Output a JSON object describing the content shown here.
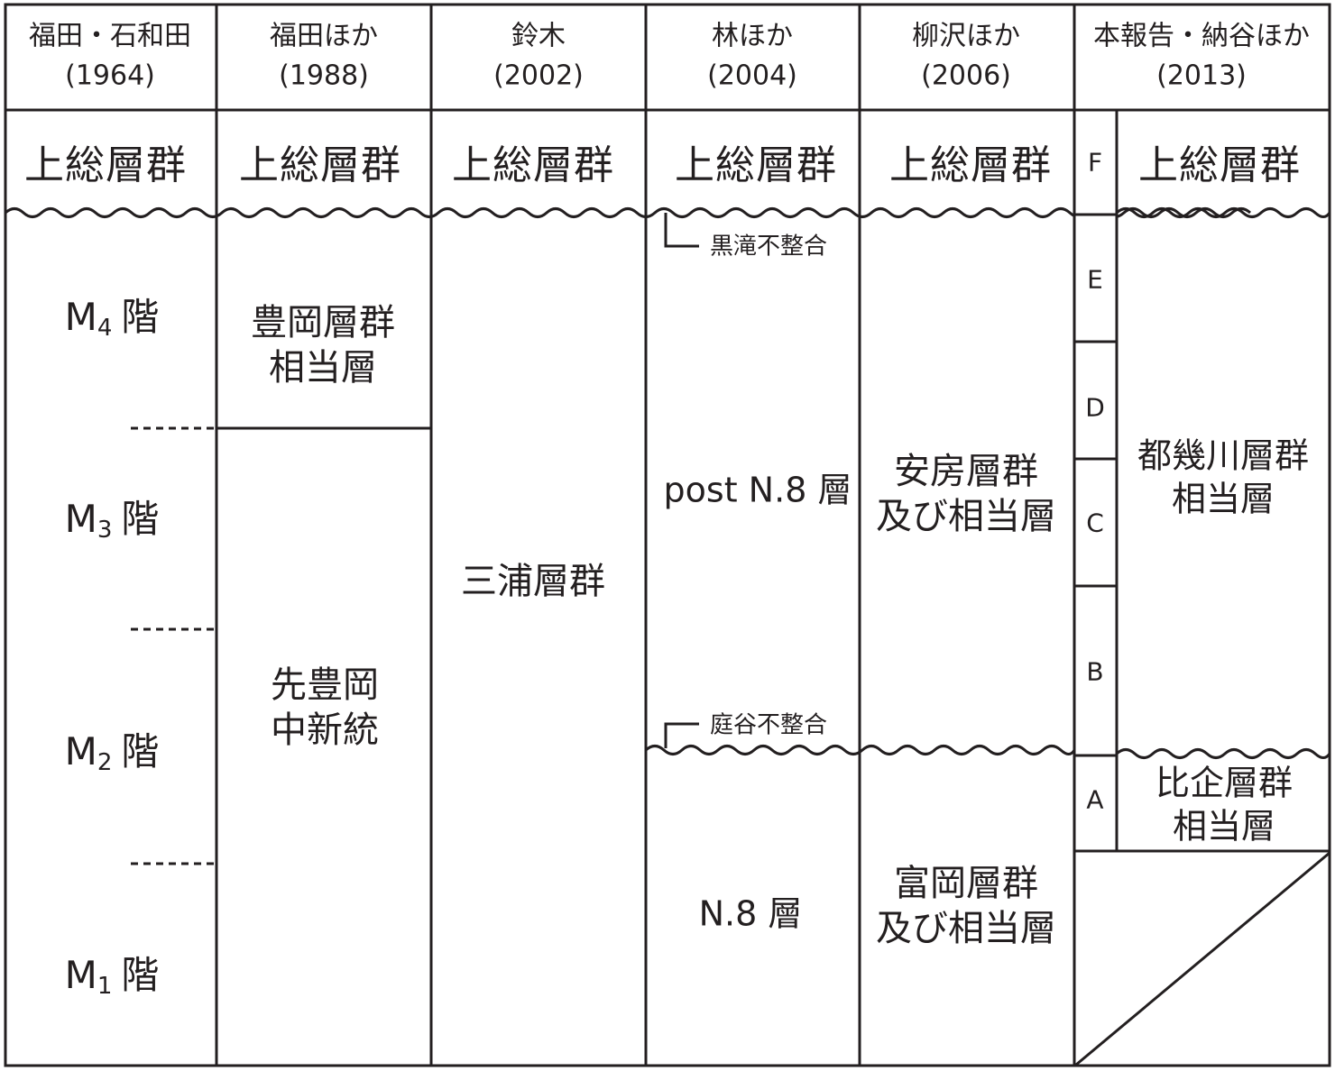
{
  "header": {
    "columns": [
      {
        "author": "福田・石和田",
        "year": "(1964)"
      },
      {
        "author": "福田ほか",
        "year": "(1988)"
      },
      {
        "author": "鈴木",
        "year": "(2002)"
      },
      {
        "author": "林ほか",
        "year": "(2004)"
      },
      {
        "author": "柳沢ほか",
        "year": "(2006)"
      },
      {
        "author": "本報告・納谷ほか",
        "year": "(2013)"
      }
    ]
  },
  "top_unit": {
    "label": "上総層群",
    "letter_F": "F"
  },
  "col1_fukuda_ishiwada_1964": {
    "stages": [
      {
        "prefix": "M",
        "sub": "4",
        "suffix": "階"
      },
      {
        "prefix": "M",
        "sub": "3",
        "suffix": "階"
      },
      {
        "prefix": "M",
        "sub": "2",
        "suffix": "階"
      },
      {
        "prefix": "M",
        "sub": "1",
        "suffix": "階"
      }
    ]
  },
  "col2_fukuda_1988": {
    "upper_line1": "豊岡層群",
    "upper_line2": "相当層",
    "lower_line1": "先豊岡",
    "lower_line2": "中新統"
  },
  "col3_suzuki_2002": {
    "unit": "三浦層群"
  },
  "col4_hayashi_2004": {
    "unconformity_upper": "黒滝不整合",
    "upper_unit": "post N.8 層",
    "unconformity_lower": "庭谷不整合",
    "lower_unit": "N.8 層"
  },
  "col5_yanagisawa_2006": {
    "upper_line1": "安房層群",
    "upper_line2": "及び相当層",
    "lower_line1": "富岡層群",
    "lower_line2": "及び相当層"
  },
  "col6_this_report_2013": {
    "letters": [
      "E",
      "D",
      "C",
      "B",
      "A"
    ],
    "upper_line1": "都幾川層群",
    "upper_line2": "相当層",
    "lower_line1": "比企層群",
    "lower_line2": "相当層"
  },
  "colors": {
    "line": "#231f20",
    "background": "#ffffff"
  }
}
